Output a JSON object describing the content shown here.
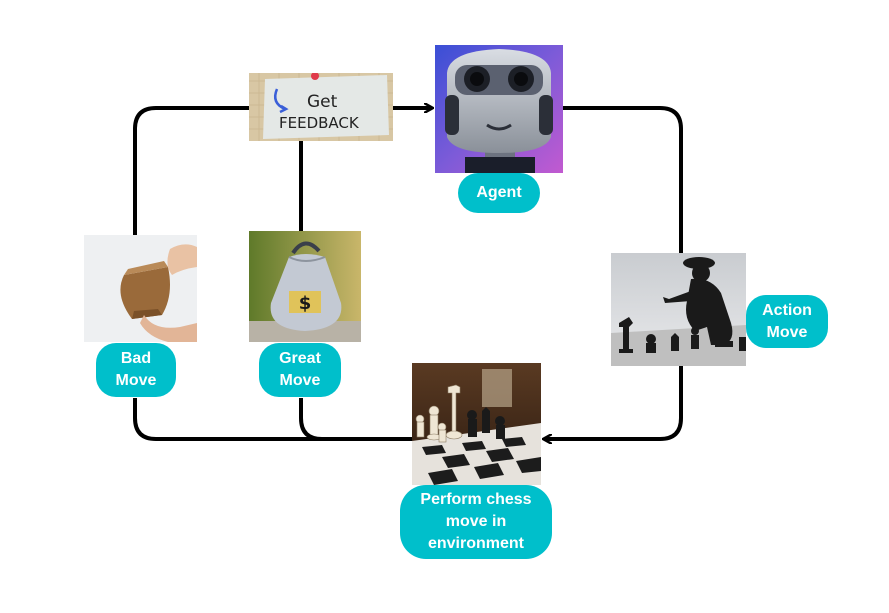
{
  "nodes": {
    "agent": {
      "label": "Agent",
      "image": "robot-head-photo"
    },
    "action_move": {
      "label_lines": [
        "Action",
        "Move"
      ],
      "image": "chess-player-silhouette-photo"
    },
    "perform": {
      "label_lines": [
        "Perform chess",
        "move in",
        "environment"
      ],
      "image": "chessboard-photo"
    },
    "bad_move": {
      "label_lines": [
        "Bad",
        "Move"
      ],
      "image": "empty-paper-bag-photo"
    },
    "great_move": {
      "label_lines": [
        "Great",
        "Move"
      ],
      "image": "money-bag-photo"
    },
    "feedback": {
      "image": "feedback-note-photo",
      "note_lines": [
        "Get",
        "FEEDBACK"
      ]
    }
  },
  "money_bag_symbol": "$",
  "colors": {
    "pill": "#00bfcb",
    "pill_text": "#ffffff",
    "connector": "#000000",
    "background": "#ffffff"
  }
}
